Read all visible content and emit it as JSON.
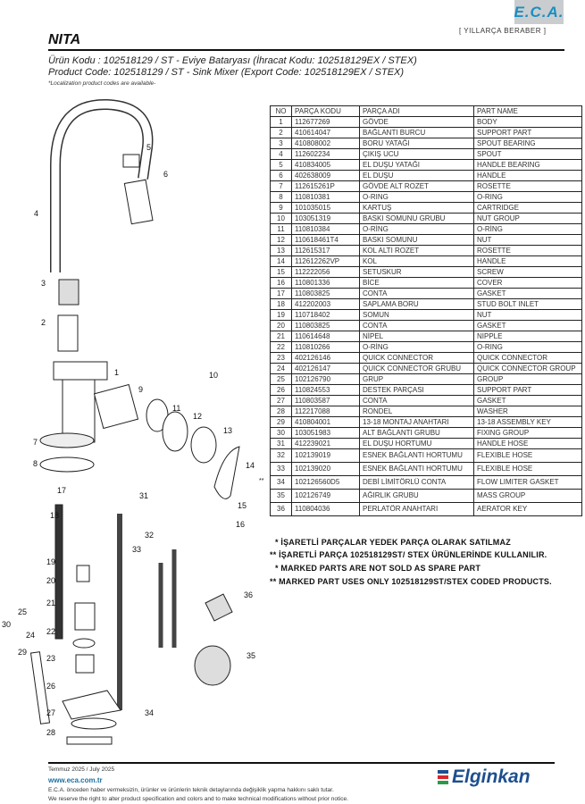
{
  "header": {
    "logo_text": "E.C.A.",
    "slogan": "[ YILLARÇA BERABER ]",
    "title": "NITA",
    "product_tr": "Ürün Kodu : 102518129 / ST - Eviye Bataryası (İhracat Kodu: 102518129EX / STEX)",
    "product_en": "Product Code: 102518129 / ST - Sink Mixer (Export Code: 102518129EX / STEX)",
    "note": "*Localization product codes are available-"
  },
  "table": {
    "headers": [
      "NO",
      "PARÇA KODU",
      "PARÇA ADI",
      "PART NAME"
    ],
    "rows": [
      [
        "1",
        "112677269",
        "GÖVDE",
        "BODY"
      ],
      [
        "2",
        "410614047",
        "BAĞLANTI BURCU",
        "SUPPORT PART"
      ],
      [
        "3",
        "410808002",
        "BORU YATAĞI",
        "SPOUT BEARING"
      ],
      [
        "4",
        "112602234",
        "ÇIKIŞ UCU",
        "SPOUT"
      ],
      [
        "5",
        "410834005",
        "EL DUŞU YATAĞI",
        "HANDLE BEARING"
      ],
      [
        "6",
        "402638009",
        "EL DUŞU",
        "HANDLE"
      ],
      [
        "7",
        "112615261P",
        "GÖVDE ALT ROZET",
        "ROSETTE"
      ],
      [
        "8",
        "110810381",
        "O-RING",
        "O-RING"
      ],
      [
        "9",
        "101035015",
        "KARTUŞ",
        "CARTRIDGE"
      ],
      [
        "10",
        "103051319",
        "BASKI SOMUNU GRUBU",
        "NUT GROUP"
      ],
      [
        "11",
        "110810384",
        "O-RİNG",
        "O-RİNG"
      ],
      [
        "12",
        "110618461T4",
        "BASKI SOMUNU",
        "NUT"
      ],
      [
        "13",
        "112615317",
        "KOL ALTI ROZET",
        "ROSETTE"
      ],
      [
        "14",
        "112612262VP",
        "KOL",
        "HANDLE"
      ],
      [
        "15",
        "112222056",
        "SETUSKUR",
        "SCREW"
      ],
      [
        "16",
        "110801336",
        "BİCE",
        "COVER"
      ],
      [
        "17",
        "110803825",
        "CONTA",
        "GASKET"
      ],
      [
        "18",
        "412202003",
        "SAPLAMA BORU",
        "STUD BOLT INLET"
      ],
      [
        "19",
        "110718402",
        "SOMUN",
        "NUT"
      ],
      [
        "20",
        "110803825",
        "CONTA",
        "GASKET"
      ],
      [
        "21",
        "110614648",
        "NİPEL",
        "NIPPLE"
      ],
      [
        "22",
        "110810266",
        "O-RİNG",
        "O-RING"
      ],
      [
        "23",
        "402126146",
        "QUICK CONNECTOR",
        "QUICK CONNECTOR"
      ],
      [
        "24",
        "402126147",
        "QUICK CONNECTOR GRUBU",
        "QUICK CONNECTOR GROUP"
      ],
      [
        "25",
        "102126790",
        "GRUP",
        "GROUP"
      ],
      [
        "26",
        "110824553",
        "DESTEK PARÇASI",
        "SUPPORT PART"
      ],
      [
        "27",
        "110803587",
        "CONTA",
        "GASKET"
      ],
      [
        "28",
        "112217088",
        "RONDEL",
        "WASHER"
      ],
      [
        "29",
        "410804001",
        "13-18 MONTAJ ANAHTARI",
        "13-18 ASSEMBLY KEY"
      ],
      [
        "30",
        "103051983",
        "ALT BAĞLANTI GRUBU",
        "FIXING GROUP"
      ],
      [
        "31",
        "412239021",
        "EL DUŞU HORTUMU",
        "HANDLE HOSE"
      ],
      [
        "32",
        "102139019",
        "ESNEK BAĞLANTI HORTUMU",
        "FLEXIBLE HOSE"
      ],
      [
        "33",
        "102139020",
        "ESNEK BAĞLANTI HORTUMU",
        "FLEXIBLE HOSE"
      ],
      [
        "34",
        "102126560D5",
        "DEBİ LİMİTÖRLÜ CONTA",
        "FLOW LIMITER GASKET"
      ],
      [
        "35",
        "102126749",
        "AĞIRLIK GRUBU",
        "MASS GROUP"
      ],
      [
        "36",
        "110804036",
        "PERLATÖR ANAHTARI",
        "AERATOR KEY"
      ]
    ],
    "row34_marker": "**"
  },
  "footnotes": [
    "* İŞARETLİ PARÇALAR YEDEK PARÇA OLARAK SATILMAZ",
    "** İŞARETLİ PARÇA 102518129ST/ STEX ÜRÜNLERİNDE KULLANILIR.",
    "* MARKED PARTS ARE NOT SOLD AS SPARE PART",
    "** MARKED PART USES ONLY 102518129ST/STEX CODED PRODUCTS."
  ],
  "diagram": {
    "callouts": [
      "1",
      "2",
      "3",
      "4",
      "5",
      "6",
      "7",
      "8",
      "9",
      "10",
      "11",
      "12",
      "13",
      "14",
      "15",
      "16",
      "17",
      "18",
      "19",
      "20",
      "21",
      "22",
      "23",
      "24",
      "25",
      "26",
      "27",
      "28",
      "29",
      "30",
      "31",
      "32",
      "33",
      "34",
      "35",
      "36"
    ]
  },
  "footer": {
    "date": "Temmuz 2025 / July 2025",
    "website": "www.eca.com.tr",
    "disclaimer_tr": "E.C.A. önceden haber vermeksizin, ürünler ve ürünlerin teknik detaylarında değişiklik yapma hakkını saklı tutar.",
    "disclaimer_en": "We reserve the right to alter product specification and colors and to make technical modifications without prior notice.",
    "brand": "Elginkan"
  },
  "colors": {
    "eca_blue": "#1a8fc0",
    "elginkan_blue": "#1d4f8f",
    "website": "#1f6f9f"
  }
}
